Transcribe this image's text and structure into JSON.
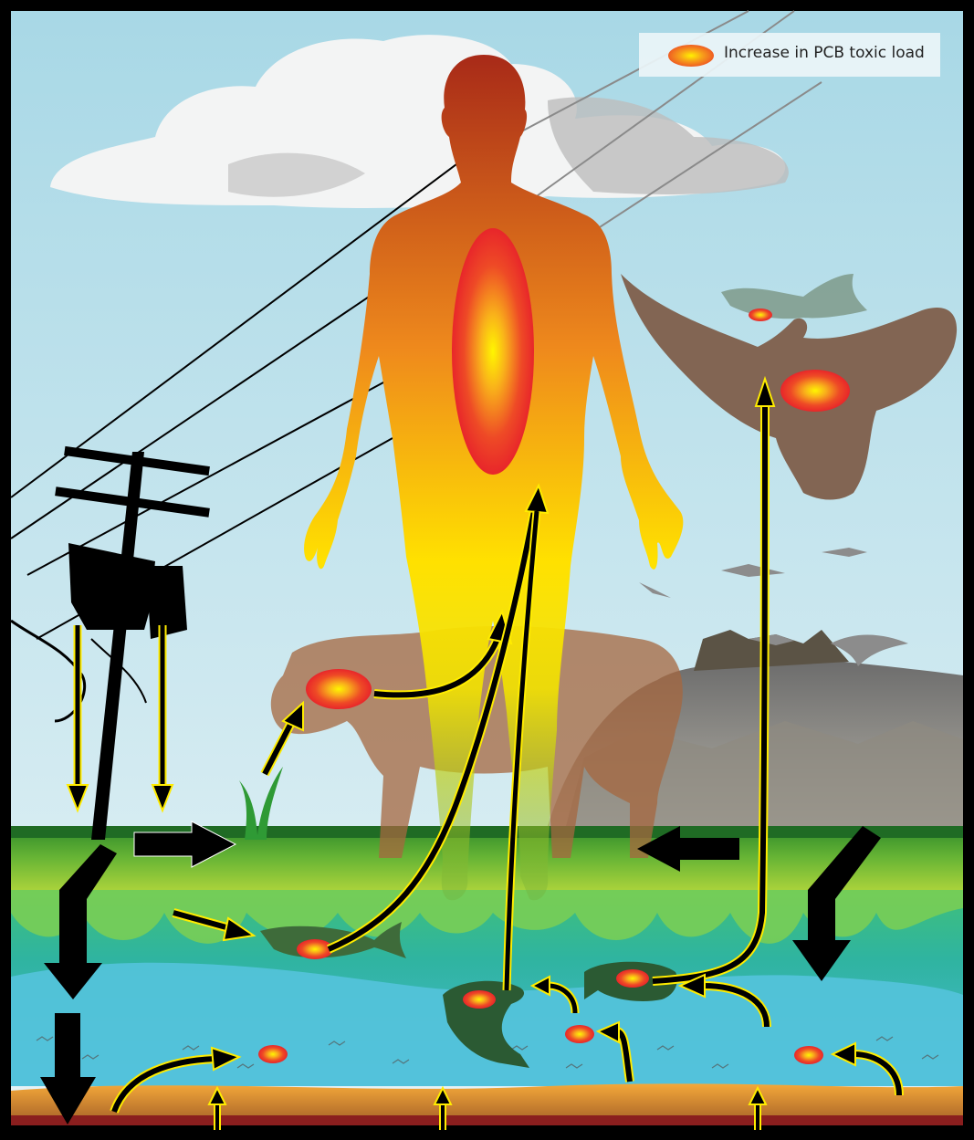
{
  "legend": {
    "label": "Increase in PCB toxic load",
    "swatch": "toxic-load-blob"
  },
  "colors": {
    "sky": "#cfe9f1",
    "grass": "#3e9e2e",
    "water": "#38b6c6",
    "sediment": "#e39a3a",
    "bedrock": "#8a1e1e",
    "arrow_fill": "#000000",
    "arrow_outline": "#ffec00",
    "toxic_core": "#fff200",
    "toxic_edge": "#e8262a",
    "human_top": "#b8321d",
    "human_bottom": "#ffe600"
  },
  "elements": [
    "human-figure",
    "utility-pole",
    "transformer",
    "cow",
    "eagle",
    "fish-held-by-eagle",
    "salmon",
    "pike",
    "sunfish",
    "landfill",
    "grass-tuft",
    "zooplankton",
    "sediment",
    "power-lines"
  ]
}
